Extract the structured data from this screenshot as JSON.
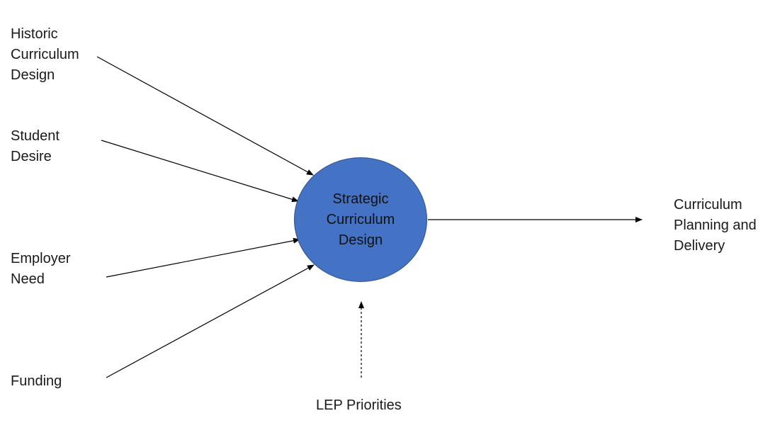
{
  "nodes": {
    "historic": "Historic\nCurriculum\nDesign",
    "student": "Student\nDesire",
    "employer": "Employer\nNeed",
    "funding": "Funding",
    "strategic": "Strategic\nCurriculum\nDesign",
    "planning": "Curriculum\nPlanning and\nDelivery",
    "lep": "LEP Priorities"
  },
  "colors": {
    "hub_fill": "#4472c4",
    "hub_border": "#2f528f",
    "line": "#000000",
    "text": "#1a1a1a"
  }
}
